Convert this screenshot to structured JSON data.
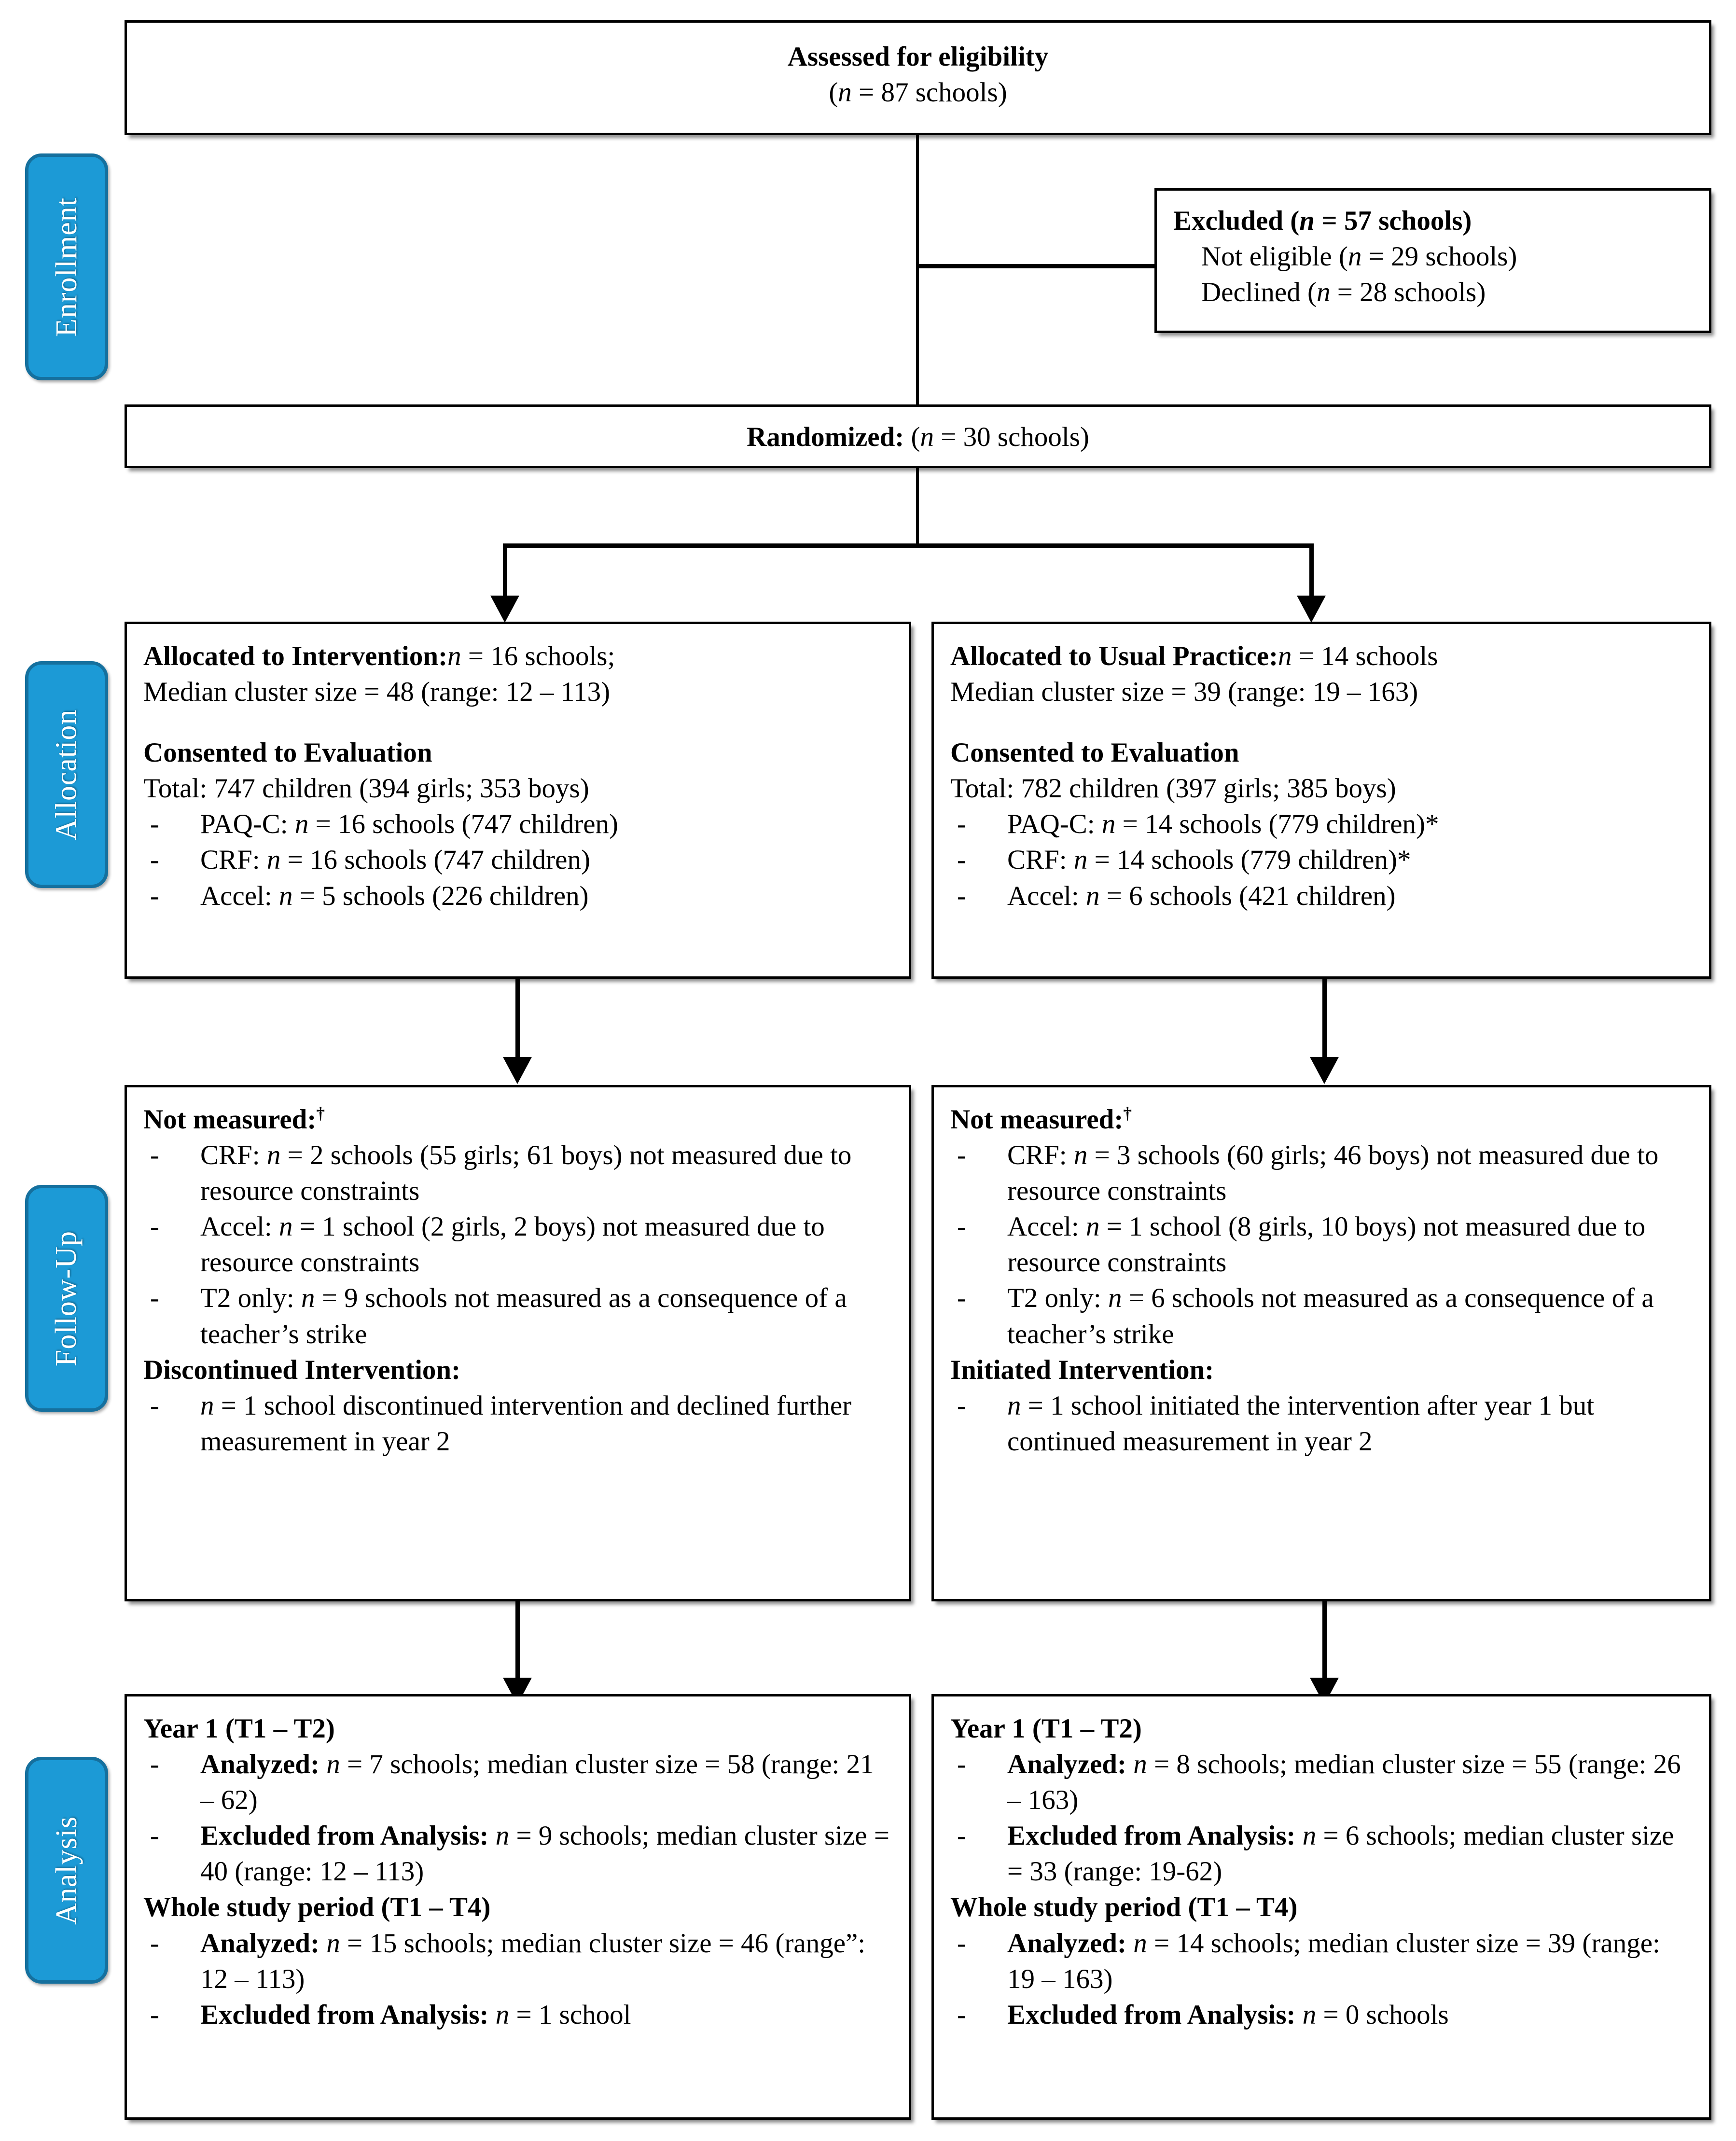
{
  "stages": [
    {
      "label": "Enrollment"
    },
    {
      "label": "Allocation"
    },
    {
      "label": "Follow-Up"
    },
    {
      "label": "Analysis"
    }
  ],
  "colors": {
    "stage_fill": "#1C9AD6",
    "stage_border": "#15709E",
    "stage_text": "#FFFFFF",
    "box_border": "#000000",
    "box_fill": "#FFFFFF"
  },
  "eligibility": {
    "title": "Assessed for eligibility",
    "count_prefix": "(",
    "n_italic": "n",
    "count_text": " = 87 schools)"
  },
  "excluded": {
    "heading_bold": "Excluded (",
    "heading_n": "n",
    "heading_rest": " = 57 schools)",
    "items": [
      {
        "label": "Not eligible (",
        "n": "n",
        "rest": " = 29 schools)"
      },
      {
        "label": "Declined (",
        "n": "n",
        "rest": " = 28 schools)"
      }
    ]
  },
  "randomized": {
    "label_bold": "Randomized:",
    "paren_open": " (",
    "n": "n",
    "rest": " = 30 schools)"
  },
  "allocation": {
    "intervention": {
      "title_bold": "Allocated to Intervention:",
      "title_n": "n",
      "title_rest": " = 16 schools;",
      "median_line": "Median cluster size = 48 (range: 12 – 113)",
      "consent_heading": "Consented to Evaluation",
      "total_line": "Total: 747 children (394 girls; 353 boys)",
      "items": [
        {
          "pre": "PAQ-C: ",
          "n": "n",
          "post": " = 16 schools (747 children)"
        },
        {
          "pre": "CRF: ",
          "n": "n",
          "post": " = 16 schools (747 children)"
        },
        {
          "pre": "Accel: ",
          "n": "n",
          "post": " = 5 schools (226 children)"
        }
      ]
    },
    "usual_practice": {
      "title_bold": "Allocated to Usual Practice:",
      "title_n": "n",
      "title_rest": " = 14 schools",
      "median_line": "Median cluster size = 39 (range: 19 – 163)",
      "consent_heading": "Consented to Evaluation",
      "total_line": "Total: 782 children (397 girls; 385 boys)",
      "items": [
        {
          "pre": "PAQ-C: ",
          "n": "n",
          "post": " = 14 schools (779 children)*"
        },
        {
          "pre": "CRF: ",
          "n": "n",
          "post": " = 14 schools (779 children)*"
        },
        {
          "pre": "Accel: ",
          "n": "n",
          "post": " = 6 schools (421 children)"
        }
      ]
    }
  },
  "followup": {
    "intervention": {
      "not_measured_heading": "Not measured:",
      "not_measured_dagger": "†",
      "items": [
        {
          "pre": "CRF: ",
          "n": "n",
          "post": " = 2 schools (55 girls; 61 boys) not measured due to resource constraints"
        },
        {
          "pre": "Accel: ",
          "n": "n",
          "post": " = 1 school (2 girls, 2 boys) not measured due to resource constraints"
        },
        {
          "pre": "T2 only: ",
          "n": "n",
          "post": " = 9 schools not measured as a consequence of a teacher’s strike"
        }
      ],
      "second_heading": "Discontinued Intervention:",
      "second_items": [
        {
          "pre": "",
          "n": "n",
          "post": " = 1 school discontinued intervention and declined further measurement in year 2"
        }
      ]
    },
    "usual_practice": {
      "not_measured_heading": "Not measured:",
      "not_measured_dagger": "†",
      "items": [
        {
          "pre": "CRF: ",
          "n": "n",
          "post": " = 3 schools (60 girls; 46 boys) not measured due to resource constraints"
        },
        {
          "pre": "Accel: ",
          "n": "n",
          "post": " = 1 school (8 girls, 10 boys) not measured due to resource constraints"
        },
        {
          "pre": "T2 only: ",
          "n": "n",
          "post": " = 6 schools not measured as a consequence of a teacher’s strike"
        }
      ],
      "second_heading": "Initiated Intervention:",
      "second_items": [
        {
          "pre": "",
          "n": "n",
          "post": " = 1 school initiated the intervention after year 1 but continued measurement in year 2"
        }
      ]
    }
  },
  "analysis": {
    "intervention": {
      "year1_heading": "Year 1 (T1 – T2)",
      "year1_items": [
        {
          "bold": "Analyzed:",
          "n": "n",
          "post": " = 7 schools; median cluster size = 58 (range: 21 – 62)"
        },
        {
          "bold": "Excluded from Analysis:",
          "n": "n",
          "post": " = 9 schools; median cluster size = 40 (range: 12 – 113)"
        }
      ],
      "whole_heading": "Whole study period (T1 – T4)",
      "whole_items": [
        {
          "bold": "Analyzed:",
          "n": "n",
          "post": " = 15 schools; median cluster size = 46 (range”: 12 – 113)"
        },
        {
          "bold": "Excluded from Analysis:",
          "n": "n",
          "post": " = 1 school"
        }
      ]
    },
    "usual_practice": {
      "year1_heading": "Year 1 (T1 – T2)",
      "year1_items": [
        {
          "bold": "Analyzed:",
          "n": "n",
          "post": " = 8 schools; median cluster size = 55 (range: 26 – 163)"
        },
        {
          "bold": "Excluded from Analysis:",
          "n": "n",
          "post": " = 6 schools; median cluster size = 33 (range: 19-62)"
        }
      ],
      "whole_heading": "Whole study period (T1 – T4)",
      "whole_items": [
        {
          "bold": "Analyzed:",
          "n": "n",
          "post": " = 14 schools; median cluster size = 39 (range: 19 – 163)"
        },
        {
          "bold": "Excluded from Analysis:",
          "n": "n",
          "post": " = 0 schools"
        }
      ]
    }
  }
}
